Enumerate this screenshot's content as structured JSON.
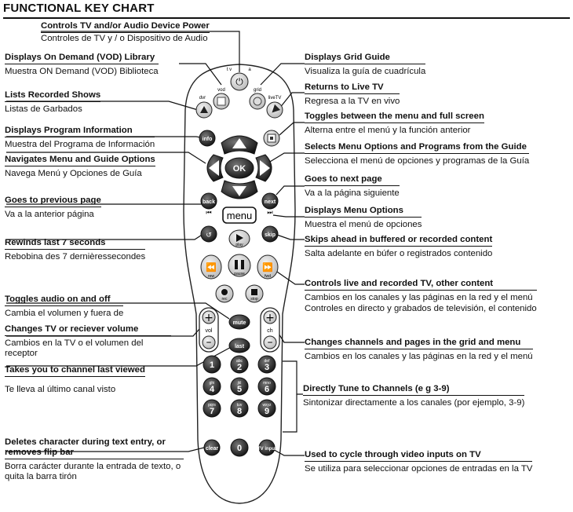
{
  "title": "FUNCTIONAL KEY CHART",
  "labels": {
    "power": {
      "en": "Controls TV and/or Audio Device Power",
      "es": "Controles de TV y / o Dispositivo de Audio"
    },
    "vod": {
      "en": "Displays On Demand (VOD) Library",
      "es": "Muestra ON Demand (VOD) Biblioteca"
    },
    "guide": {
      "en": "Displays Grid Guide",
      "es": "Visualiza la guía de cuadrícula"
    },
    "recorded": {
      "en": "Lists Recorded Shows",
      "es": "Listas de Garbados"
    },
    "livetv": {
      "en": "Returns to Live TV",
      "es": "Regresa a la TV en vivo"
    },
    "toggle_menu": {
      "en": "Toggles between the menu and full screen",
      "es": "Alterna entre el menú y la función anterior"
    },
    "info": {
      "en": "Displays Program Information",
      "es": "Muestra del Programa de Información"
    },
    "select": {
      "en": "Selects Menu Options and Programs from the Guide",
      "es": "Selecciona el menú de opciones y programas de la Guía"
    },
    "navigate": {
      "en": "Navigates Menu and Guide Options",
      "es": "Navega Menú y Opciones de Guía"
    },
    "next_page": {
      "en": "Goes to next page",
      "es": "Va a la página siguiente"
    },
    "prev_page": {
      "en": "Goes to previous page",
      "es": "Va a la anterior página"
    },
    "menu": {
      "en": "Displays Menu Options",
      "es": "Muestra el menú de opciones"
    },
    "skip": {
      "en": "Skips ahead in buffered or recorded content",
      "es": "Salta adelante en búfer o registrados contenido"
    },
    "rewind": {
      "en": "Rewinds last 7 seconds",
      "es": "Rebobina des 7 dernièressecondes"
    },
    "controls_live": {
      "en": "Controls live and recorded TV, other content",
      "es": "Cambios en los canales y las páginas en la red y el menú",
      "es2": "Controles en directo y grabados de televisión, el contenido"
    },
    "mute": {
      "en": "Toggles audio on and off",
      "es": "Cambia el volumen y fuera de"
    },
    "volume": {
      "en": "Changes TV or reciever volume",
      "es": "Cambios en la TV o el volumen del receptor"
    },
    "channels": {
      "en": "Changes channels and pages in the grid and menu",
      "es": "Cambios en los canales y las páginas en la red y el menú"
    },
    "last": {
      "en": "Takes you to channel last viewed",
      "es": "Te lleva al último canal visto"
    },
    "tune": {
      "en": "Directly Tune to Channels (e g   3-9)",
      "es": "Sintonizar directamente a los canales (por ejemplo, 3-9)"
    },
    "clear": {
      "en": "Deletes character during text entry, or removes flip bar",
      "es": "Borra carácter durante la entrada de texto, o quita la barra tirón"
    },
    "input": {
      "en": "Used to cycle through video inputs on TV",
      "es": "Se utiliza para seleccionar opciones de entradas en la TV"
    }
  },
  "remote": {
    "top_labels": {
      "dvr": "dvr",
      "vod": "vod",
      "grid": "grid",
      "livetv": "liveTV",
      "tv": "t v",
      "aux": "a"
    },
    "ok": "OK",
    "menu": "menu",
    "info": "info",
    "back": "back",
    "next": "next",
    "skip_back": "⏮",
    "skip_fwd": "⏭",
    "replay": "replay",
    "skip": "skip",
    "mute": "mute",
    "last": "last",
    "vol": "vol",
    "ch": "ch",
    "clear": "clear",
    "tv_input": "TV input",
    "play_sub": "play",
    "pause_sub": "pause",
    "rew_sub": "rew",
    "fwd_sub": "fwd",
    "rec_sub": "rec",
    "stop_sub": "stop",
    "digits": [
      {
        "n": "1",
        "sub": ""
      },
      {
        "n": "2",
        "sub": "abc"
      },
      {
        "n": "3",
        "sub": "def"
      },
      {
        "n": "4",
        "sub": "ghi"
      },
      {
        "n": "5",
        "sub": "jkl"
      },
      {
        "n": "6",
        "sub": "mno"
      },
      {
        "n": "7",
        "sub": "pqrs"
      },
      {
        "n": "8",
        "sub": "tuv"
      },
      {
        "n": "9",
        "sub": "wxyz"
      },
      {
        "n": "0",
        "sub": ""
      }
    ]
  }
}
